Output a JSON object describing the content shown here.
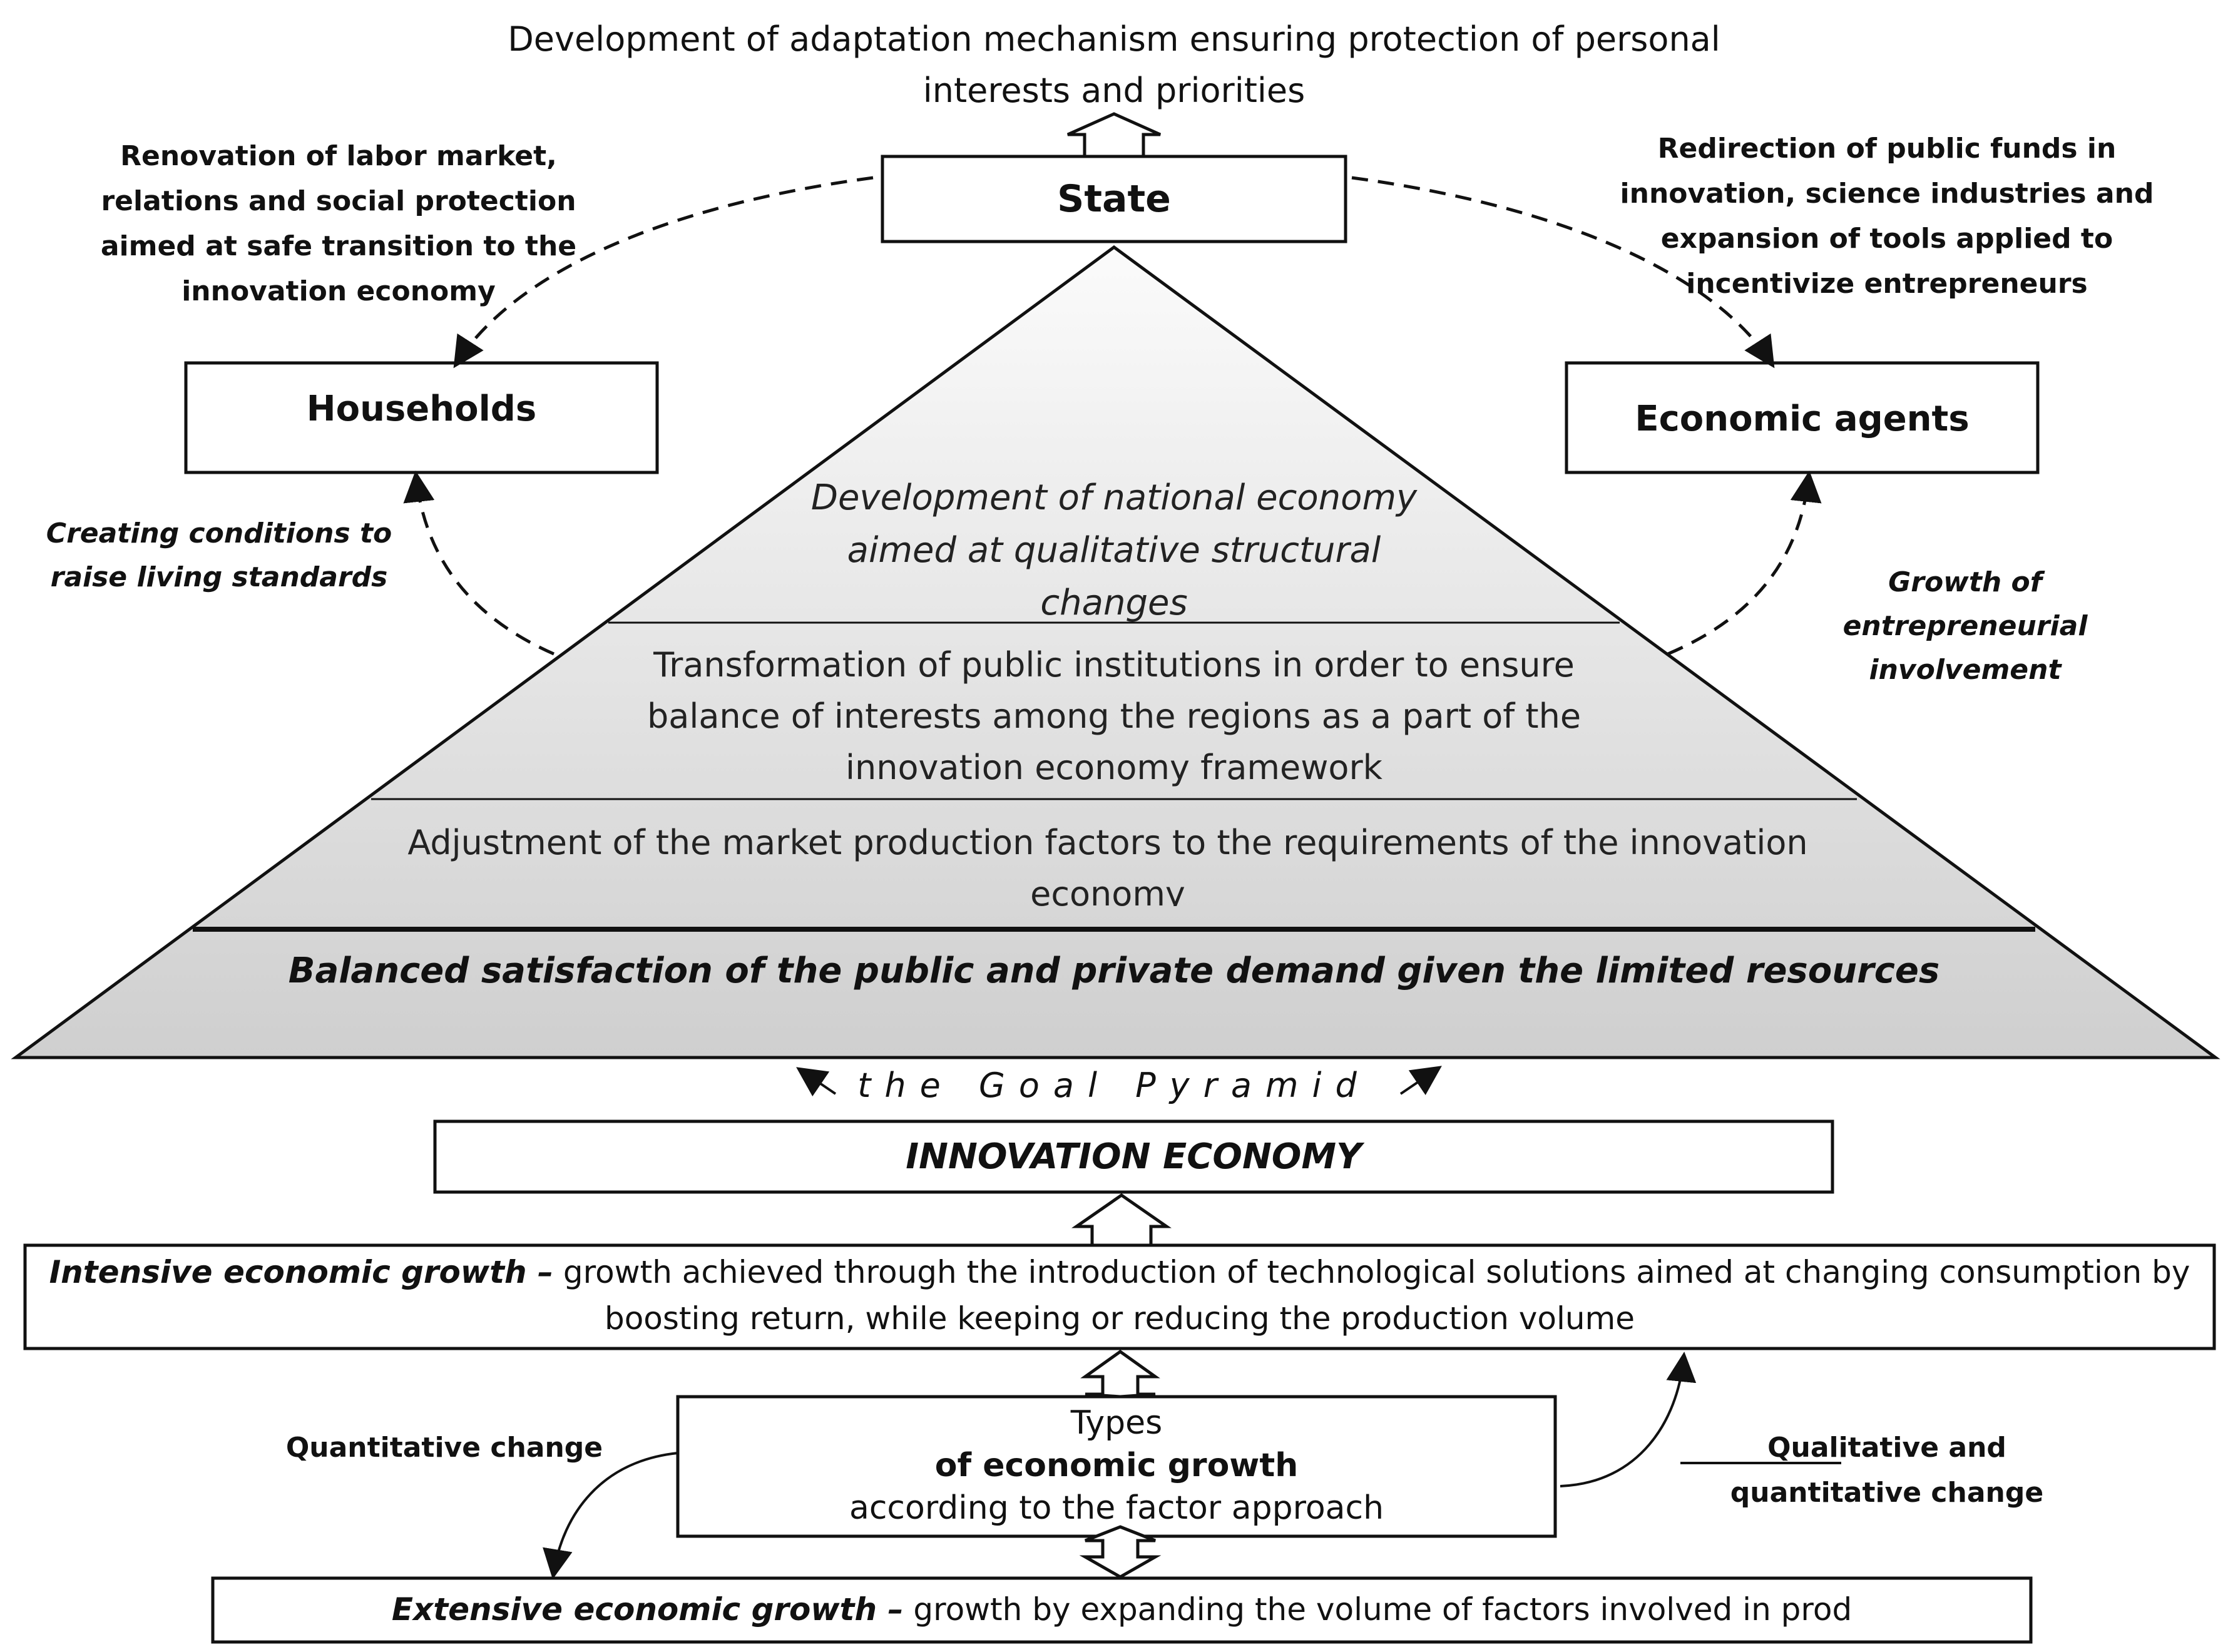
{
  "top_caption": "Development of adaptation mechanism ensuring protection of personal interests and priorities",
  "state": {
    "label": "State"
  },
  "households": {
    "label": "Households"
  },
  "economic_agents": {
    "label": "Economic agents"
  },
  "state_to_households": "Renovation of labor market, relations and social protection aimed at safe transition to the innovation economy",
  "state_to_agents": "Redirection of public funds in innovation, science industries and expansion of tools applied to incentivize entrepreneurs",
  "pyramid_to_households": "Creating conditions to raise living standards",
  "pyramid_to_agents": "Growth of entrepreneurial involvement",
  "pyramid": {
    "level1": "Development of national economy aimed at qualitative structural changes",
    "level2": "Transformation of public institutions in order to ensure balance of interests among the regions as a part of the innovation economy framework",
    "level3": "Adjustment of the market production factors to the requirements of the innovation economy",
    "base": "Balanced satisfaction of the public and private demand given the limited resources",
    "caption": "the Goal Pyramid"
  },
  "innovation_economy": "INNOVATION ECONOMY",
  "intensive": {
    "term": "Intensive economic growth –",
    "definition": "growth achieved through the introduction of technological solutions aimed at changing consumption by boosting return, while keeping or reducing the production volume"
  },
  "types": {
    "line1": "Types",
    "line2": "of economic growth",
    "line3": "according to the factor approach"
  },
  "quantitative_change": "Quantitative change",
  "qualitative_change": {
    "underlined": "Qualitative",
    "rest": "and quantitative change"
  },
  "extensive": {
    "term": "Extensive economic growth –",
    "definition": "growth by expanding the volume of factors involved in prod"
  },
  "colors": {
    "stroke": "#111111",
    "pyramid_top": "#fbfbfb",
    "pyramid_bottom": "#cfcfcf"
  }
}
